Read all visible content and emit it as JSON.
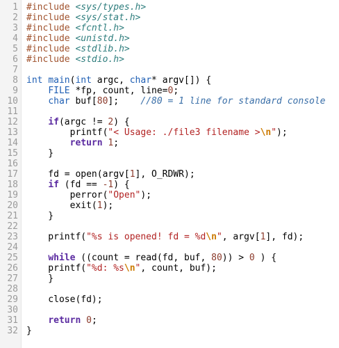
{
  "editor": {
    "colors": {
      "background": "#ffffff",
      "gutter": "#f4f4f4",
      "line_number": "#9a9a9a",
      "preprocessor": "#a0522d",
      "header": "#2e7d7d",
      "type": "#1f5fb4",
      "keyword": "#5a2aa0",
      "string": "#b22222",
      "escape": "#cc7a00",
      "comment": "#3a6fa8"
    },
    "lines": [
      {
        "n": "1",
        "tokens": [
          [
            "preproc",
            "#include "
          ],
          [
            "header",
            "<sys/types.h>"
          ]
        ]
      },
      {
        "n": "2",
        "tokens": [
          [
            "preproc",
            "#include "
          ],
          [
            "header",
            "<sys/stat.h>"
          ]
        ]
      },
      {
        "n": "3",
        "tokens": [
          [
            "preproc",
            "#include "
          ],
          [
            "header",
            "<fcntl.h>"
          ]
        ]
      },
      {
        "n": "4",
        "tokens": [
          [
            "preproc",
            "#include "
          ],
          [
            "header",
            "<unistd.h>"
          ]
        ]
      },
      {
        "n": "5",
        "tokens": [
          [
            "preproc",
            "#include "
          ],
          [
            "header",
            "<stdlib.h>"
          ]
        ]
      },
      {
        "n": "6",
        "tokens": [
          [
            "preproc",
            "#include "
          ],
          [
            "header",
            "<stdio.h>"
          ]
        ]
      },
      {
        "n": "7",
        "tokens": []
      },
      {
        "n": "8",
        "tokens": [
          [
            "type",
            "int"
          ],
          [
            "plain",
            " "
          ],
          [
            "type",
            "main"
          ],
          [
            "plain",
            "("
          ],
          [
            "type",
            "int"
          ],
          [
            "plain",
            " argc, "
          ],
          [
            "type",
            "char"
          ],
          [
            "plain",
            "* argv[]) {"
          ]
        ]
      },
      {
        "n": "9",
        "tokens": [
          [
            "plain",
            "    "
          ],
          [
            "type",
            "FILE"
          ],
          [
            "plain",
            " *fp, count, line="
          ],
          [
            "number",
            "0"
          ],
          [
            "plain",
            ";"
          ]
        ]
      },
      {
        "n": "10",
        "tokens": [
          [
            "plain",
            "    "
          ],
          [
            "type",
            "char"
          ],
          [
            "plain",
            " buf["
          ],
          [
            "number",
            "80"
          ],
          [
            "plain",
            "];    "
          ],
          [
            "comment",
            "//80 = 1 line for standard console"
          ]
        ]
      },
      {
        "n": "11",
        "tokens": []
      },
      {
        "n": "12",
        "tokens": [
          [
            "plain",
            "    "
          ],
          [
            "keyword",
            "if"
          ],
          [
            "plain",
            "(argc != "
          ],
          [
            "number",
            "2"
          ],
          [
            "plain",
            ") {"
          ]
        ]
      },
      {
        "n": "13",
        "tokens": [
          [
            "plain",
            "        printf("
          ],
          [
            "string",
            "\"< Usage: ./file3 filename >"
          ],
          [
            "escape",
            "\\n"
          ],
          [
            "string",
            "\""
          ],
          [
            "plain",
            ");"
          ]
        ]
      },
      {
        "n": "14",
        "tokens": [
          [
            "plain",
            "        "
          ],
          [
            "keyword",
            "return"
          ],
          [
            "plain",
            " "
          ],
          [
            "number",
            "1"
          ],
          [
            "plain",
            ";"
          ]
        ]
      },
      {
        "n": "15",
        "tokens": [
          [
            "plain",
            "    }"
          ]
        ]
      },
      {
        "n": "16",
        "tokens": []
      },
      {
        "n": "17",
        "tokens": [
          [
            "plain",
            "    fd = open(argv["
          ],
          [
            "number",
            "1"
          ],
          [
            "plain",
            "], O_RDWR);"
          ]
        ]
      },
      {
        "n": "18",
        "tokens": [
          [
            "plain",
            "    "
          ],
          [
            "keyword",
            "if"
          ],
          [
            "plain",
            " (fd == "
          ],
          [
            "number",
            "-1"
          ],
          [
            "plain",
            ") {"
          ]
        ]
      },
      {
        "n": "19",
        "tokens": [
          [
            "plain",
            "        perror("
          ],
          [
            "string",
            "\"Open\""
          ],
          [
            "plain",
            ");"
          ]
        ]
      },
      {
        "n": "20",
        "tokens": [
          [
            "plain",
            "        exit("
          ],
          [
            "number",
            "1"
          ],
          [
            "plain",
            ");"
          ]
        ]
      },
      {
        "n": "21",
        "tokens": [
          [
            "plain",
            "    }"
          ]
        ]
      },
      {
        "n": "22",
        "tokens": []
      },
      {
        "n": "23",
        "tokens": [
          [
            "plain",
            "    printf("
          ],
          [
            "string",
            "\"%s is opened! fd = %d"
          ],
          [
            "escape",
            "\\n"
          ],
          [
            "string",
            "\""
          ],
          [
            "plain",
            ", argv["
          ],
          [
            "number",
            "1"
          ],
          [
            "plain",
            "], fd);"
          ]
        ]
      },
      {
        "n": "24",
        "tokens": []
      },
      {
        "n": "25",
        "tokens": [
          [
            "plain",
            "    "
          ],
          [
            "keyword",
            "while"
          ],
          [
            "plain",
            " ((count = read(fd, buf, "
          ],
          [
            "number",
            "80"
          ],
          [
            "plain",
            ")) > "
          ],
          [
            "number",
            "0"
          ],
          [
            "plain",
            " ) {"
          ]
        ]
      },
      {
        "n": "26",
        "tokens": [
          [
            "plain",
            "    printf("
          ],
          [
            "string",
            "\"%d: %s"
          ],
          [
            "escape",
            "\\n"
          ],
          [
            "string",
            "\""
          ],
          [
            "plain",
            ", count, buf);"
          ]
        ]
      },
      {
        "n": "27",
        "tokens": [
          [
            "plain",
            "    }"
          ]
        ]
      },
      {
        "n": "28",
        "tokens": []
      },
      {
        "n": "29",
        "tokens": [
          [
            "plain",
            "    close(fd);"
          ]
        ]
      },
      {
        "n": "30",
        "tokens": []
      },
      {
        "n": "31",
        "tokens": [
          [
            "plain",
            "    "
          ],
          [
            "keyword",
            "return"
          ],
          [
            "plain",
            " "
          ],
          [
            "number",
            "0"
          ],
          [
            "plain",
            ";"
          ]
        ]
      },
      {
        "n": "32",
        "tokens": [
          [
            "plain",
            "}"
          ]
        ]
      }
    ]
  }
}
